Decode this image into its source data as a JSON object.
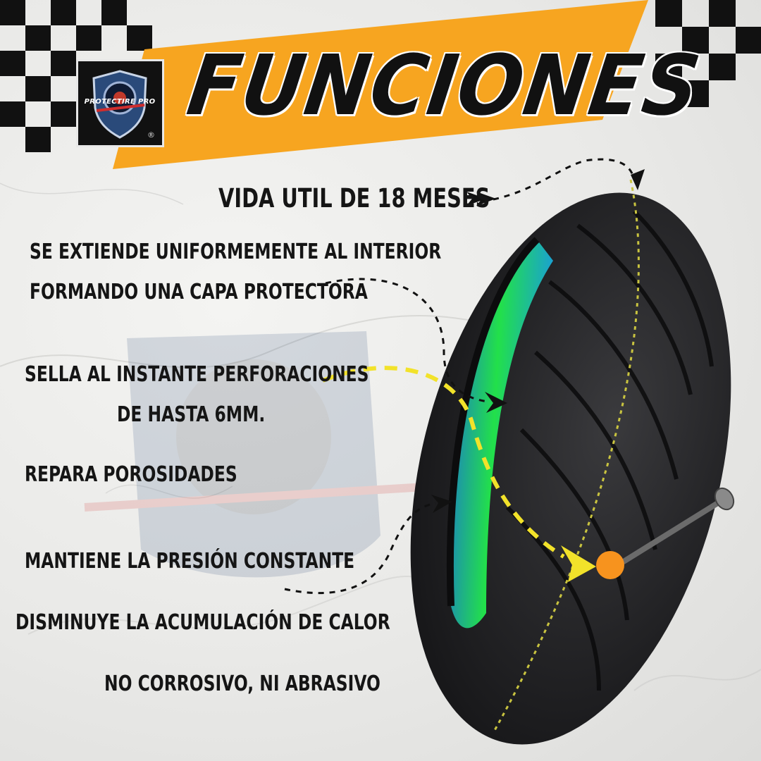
{
  "banner": {
    "title": "FUNCIONES",
    "color": "#f7a520"
  },
  "logo": {
    "brand_name": "PROTECTIRE PRO",
    "registered_mark": "®"
  },
  "features": [
    {
      "name": "vida-util",
      "text": "VIDA UTIL  DE 18 MESES"
    },
    {
      "name": "se-extiende-1",
      "text": "SE EXTIENDE UNIFORMEMENTE AL INTERIOR"
    },
    {
      "name": "se-extiende-2",
      "text": "FORMANDO UNA CAPA PROTECTORA"
    },
    {
      "name": "sella-1",
      "text": "SELLA AL INSTANTE PERFORACIONES"
    },
    {
      "name": "sella-2",
      "text": "DE HASTA 6MM."
    },
    {
      "name": "repara",
      "text": "REPARA POROSIDADES"
    },
    {
      "name": "presion",
      "text": "MANTIENE LA PRESIÓN CONSTANTE"
    },
    {
      "name": "calor",
      "text": "DISMINUYE LA ACUMULACIÓN DE CALOR"
    },
    {
      "name": "corrosivo",
      "text": "NO CORROSIVO, NI ABRASIVO"
    }
  ],
  "colors": {
    "sealant_green": "#22e04a",
    "sealant_blue": "#1a6fd8",
    "puncture_orange": "#f7931e",
    "arrow_yellow": "#f2e22a",
    "tire_black": "#1d1d1f"
  }
}
